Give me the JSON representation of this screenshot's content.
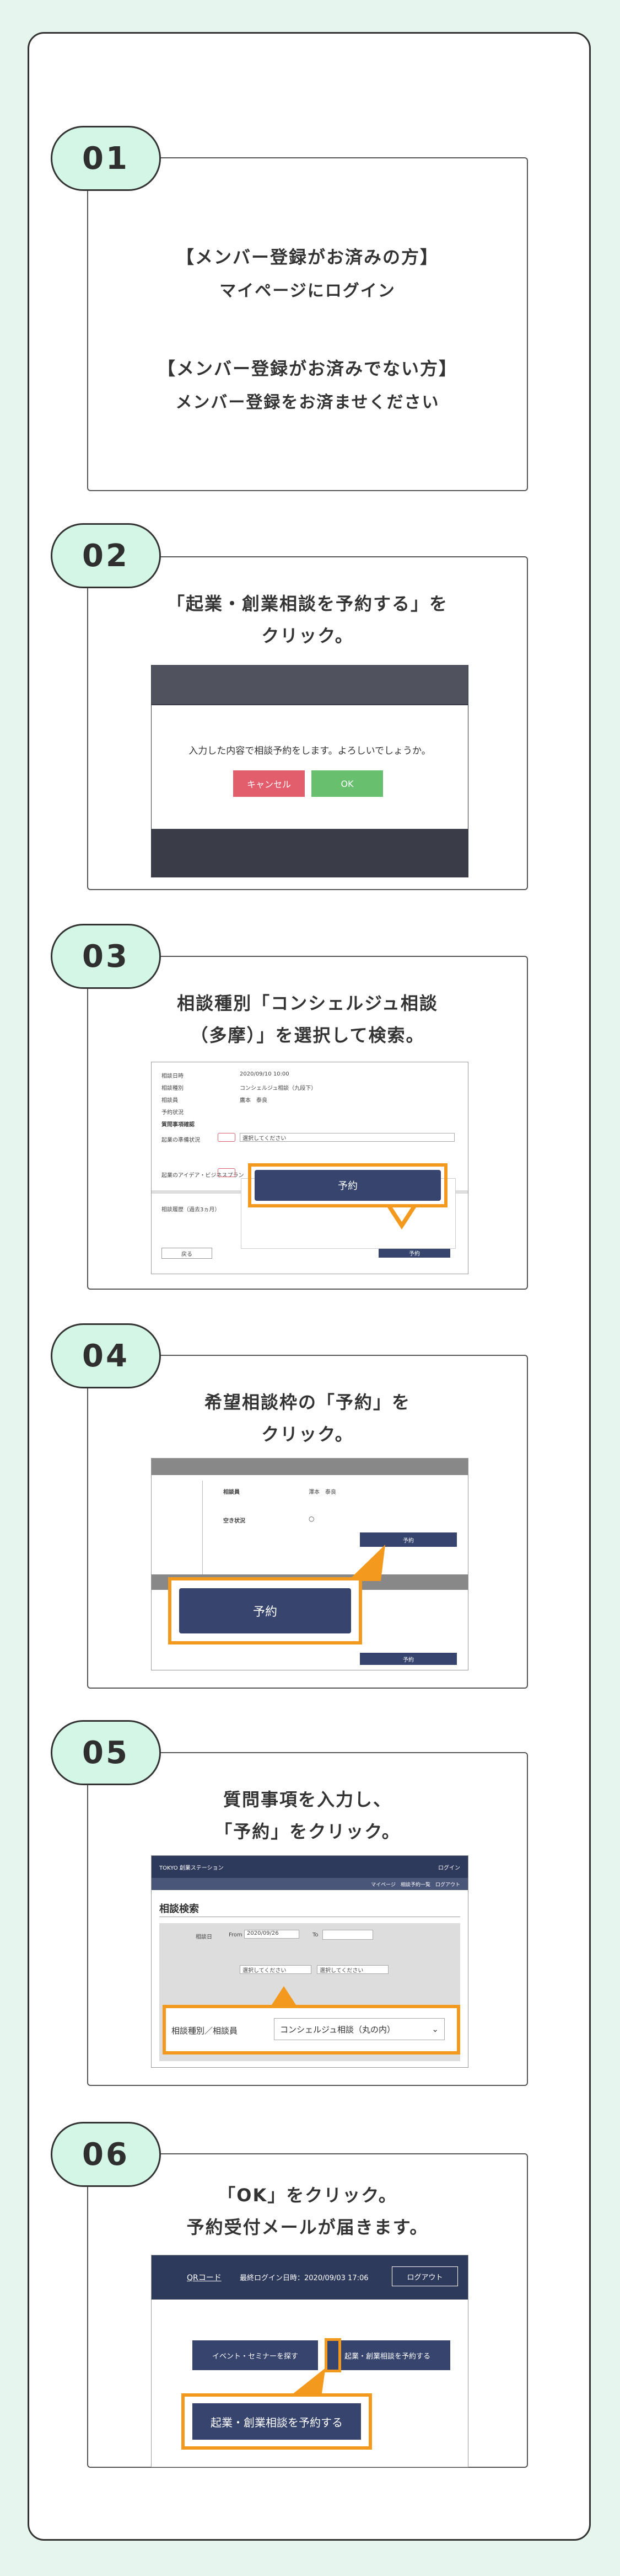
{
  "colors": {
    "accent": "#f39a1e",
    "navy": "#36446e",
    "mint": "#d3f6e6",
    "bg": "#e6f6ee",
    "cancel": "#e25e6d",
    "ok": "#68c06e"
  },
  "steps": [
    {
      "num": "01",
      "lines": [
        "【メンバー登録がお済みの方】",
        "マイページにログイン",
        "",
        "【メンバー登録がお済みでない方】",
        "メンバー登録をお済ませください"
      ]
    },
    {
      "num": "02",
      "lines": [
        "「起業・創業相談を予約する」を",
        "クリック。"
      ]
    },
    {
      "num": "03",
      "lines": [
        "相談種別「コンシェルジュ相談",
        "（多摩）」を選択して検索。"
      ]
    },
    {
      "num": "04",
      "lines": [
        "希望相談枠の「予約」を",
        "クリック。"
      ]
    },
    {
      "num": "05",
      "lines": [
        "質問事項を入力し、",
        "「予約」をクリック。"
      ]
    },
    {
      "num": "06",
      "lines": [
        "「OK」をクリック。",
        "予約受付メールが届きます。"
      ]
    }
  ],
  "s02": {
    "message": "入力した内容で相談予約をします。よろしいでしょうか。",
    "cancel": "キャンセル",
    "ok": "OK"
  },
  "s03": {
    "rows": [
      [
        "相談日時",
        "2020/09/10 10:00"
      ],
      [
        "相談種別",
        "コンシェルジュ相談（九段下）"
      ],
      [
        "相談員",
        "鷹本　泰良"
      ],
      [
        "予約状況",
        ""
      ]
    ],
    "section": "質問事項確認",
    "field1": "起業の準備状況",
    "field2": "起業のアイデア・ビジネスプラン",
    "select": "選択してください",
    "reserve": "予約",
    "back": "戻る",
    "note": "相談履歴（過去3ヵ月）"
  },
  "s04": {
    "counselor_label": "相談員",
    "counselor_name": "澤本　泰良",
    "status_label": "空き状況",
    "status_value": "○",
    "reserve": "予約"
  },
  "s05": {
    "header": "TOKYO 創業ステーション",
    "login": "ログイン",
    "nav": "マイページ　相談予約一覧　ログアウト",
    "title": "相談検索",
    "date_label": "相談日",
    "from": "From",
    "from_val": "2020/09/26",
    "to": "To",
    "select": "選択してください",
    "row_label": "相談種別／相談員",
    "value": "コンシェルジュ相談（丸の内）"
  },
  "s06": {
    "qr": "QRコード",
    "last_login": "最終ログイン日時：2020/09/03 17:06",
    "logout": "ログアウト",
    "event_btn": "イベント・セミナーを探す",
    "consult_btn": "起業・創業相談を予約する"
  }
}
